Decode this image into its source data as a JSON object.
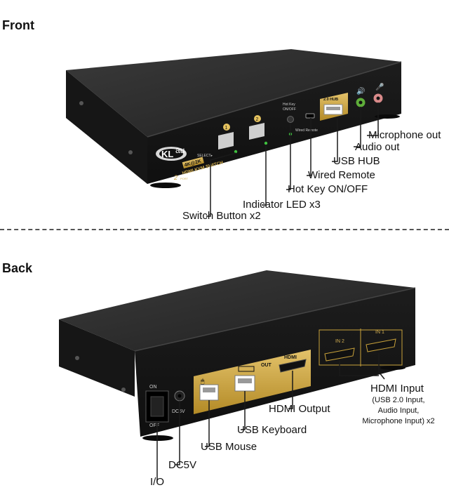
{
  "front": {
    "title": "Front",
    "brand_logo": "KLau",
    "brand_logo_parts": [
      "KL",
      "au"
    ],
    "device_text": {
      "select": "SELECT▸",
      "resolution": "4K@2K",
      "model": "HDMI KVM SWITCH",
      "port_count": "2",
      "port_word": "PORT",
      "button_1": "1",
      "button_2": "2",
      "hotkey": [
        "Hot Key",
        "ON/OFF"
      ],
      "wired_remote": "Wired Remote",
      "usb_hub": "2.0 HUB"
    },
    "labels": {
      "microphone_out": "Microphone out",
      "audio_out": "Audio out",
      "usb_hub": "USB HUB",
      "wired_remote": "Wired Remote",
      "hot_key": "Hot Key ON/OFF",
      "indicator_led": "Indicator LED x3",
      "switch_button": "Switch Button x2"
    }
  },
  "back": {
    "title": "Back",
    "device_text": {
      "on": "ON",
      "off": "OFF",
      "dc5v": "DC5V",
      "out": "OUT",
      "hdmi": "HDMI",
      "in2": "IN 2",
      "in1": "IN 1"
    },
    "labels": {
      "hdmi_input": "HDMI Input",
      "hdmi_input_note": [
        "(USB 2.0 Input,",
        "Audio Input,",
        "Microphone Input) x2"
      ],
      "hdmi_output": "HDMI Output",
      "usb_keyboard": "USB Keyboard",
      "usb_mouse": "USB Mouse",
      "dc5v": "DC5V",
      "io": "I/O"
    }
  },
  "colors": {
    "body_dark": "#1c1c1c",
    "panel": "#141414",
    "gold": "#c9a23a",
    "green_jack": "#5fae3a",
    "pink_jack": "#d98a8a",
    "led": "#3fc23f",
    "leader": "#1a1a1a"
  }
}
